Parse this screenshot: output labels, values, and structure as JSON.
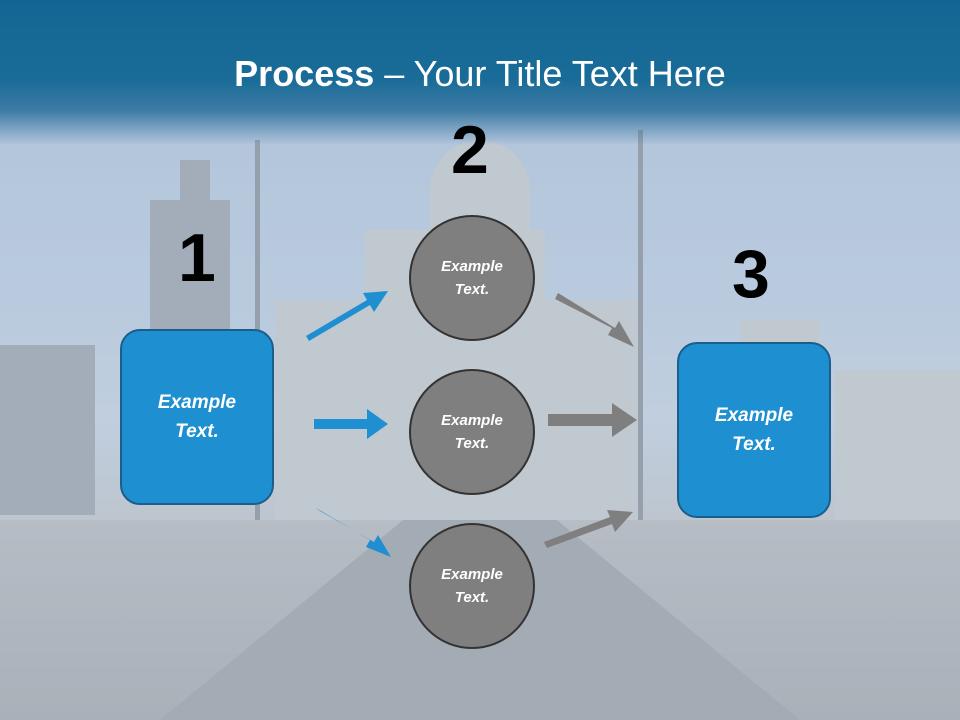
{
  "slide": {
    "title_bold": "Process",
    "title_rest": " – Your Title Text Here"
  },
  "steps": [
    {
      "number": "1",
      "text_line1": "Example",
      "text_line2": "Text."
    },
    {
      "number": "2"
    },
    {
      "number": "3",
      "text_line1": "Example",
      "text_line2": "Text."
    }
  ],
  "circles": [
    {
      "text_line1": "Example",
      "text_line2": "Text."
    },
    {
      "text_line1": "Example",
      "text_line2": "Text."
    },
    {
      "text_line1": "Example",
      "text_line2": "Text."
    }
  ],
  "colors": {
    "header": "#136693",
    "box": "#1e8fd0",
    "circle": "#7f7f7f",
    "arrow_blue": "#1f8fd2",
    "arrow_gray": "#7f7f7f"
  }
}
